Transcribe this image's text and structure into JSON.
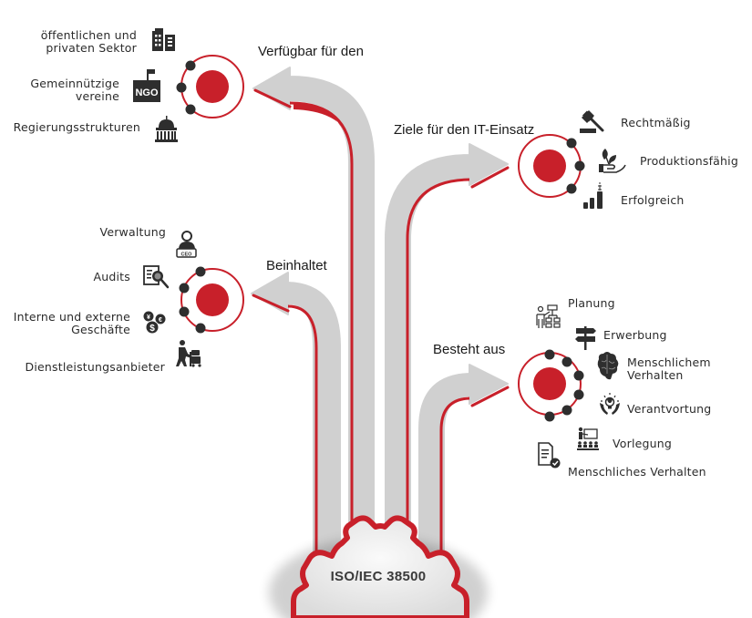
{
  "colors": {
    "accent": "#c8202a",
    "arrow": "#d0d0d0",
    "dot": "#2e2e2e",
    "text": "#2b2b2b"
  },
  "center": {
    "title": "ISO/IEC 38500"
  },
  "branches": [
    {
      "heading": "Verfügbar für den",
      "items": [
        {
          "label_lines": [
            "öffentlichen und",
            "privaten Sektor"
          ],
          "icon": "office-building-icon"
        },
        {
          "label_lines": [
            "Gemeinnützige",
            "vereine"
          ],
          "icon": "ngo-building-icon",
          "icon_text": "NGO"
        },
        {
          "label_lines": [
            "Regierungsstrukturen"
          ],
          "icon": "capitol-building-icon"
        }
      ]
    },
    {
      "heading": "Ziele für den IT-Einsatz",
      "items": [
        {
          "label_lines": [
            "Rechtmäßig"
          ],
          "icon": "gavel-icon"
        },
        {
          "label_lines": [
            "Produktionsfähig"
          ],
          "icon": "plant-in-hand-icon"
        },
        {
          "label_lines": [
            "Erfolgreich"
          ],
          "icon": "growth-bars-icon"
        }
      ]
    },
    {
      "heading": "Beinhaltet",
      "items": [
        {
          "label_lines": [
            "Verwaltung"
          ],
          "icon": "ceo-person-icon",
          "icon_text": "CEO"
        },
        {
          "label_lines": [
            "Audits"
          ],
          "icon": "document-search-icon"
        },
        {
          "label_lines": [
            "Interne und externe",
            "Geschäfte"
          ],
          "icon": "currency-coins-icon",
          "icon_text": [
            "¥",
            "€",
            "$"
          ]
        },
        {
          "label_lines": [
            "Dienstleistungsanbieter"
          ],
          "icon": "delivery-worker-icon"
        }
      ]
    },
    {
      "heading": "Besteht aus",
      "items": [
        {
          "label_lines": [
            "Planung"
          ],
          "icon": "planning-presenter-icon"
        },
        {
          "label_lines": [
            "Erwerbung"
          ],
          "icon": "signpost-icon"
        },
        {
          "label_lines": [
            "Menschlichem",
            "Verhalten"
          ],
          "icon": "brain-icon"
        },
        {
          "label_lines": [
            "Verantvortung"
          ],
          "icon": "idea-hands-icon"
        },
        {
          "label_lines": [
            "Vorlegung"
          ],
          "icon": "presentation-audience-icon"
        },
        {
          "label_lines": [
            "Menschliches Verhalten"
          ],
          "icon": "document-check-icon"
        }
      ]
    }
  ]
}
